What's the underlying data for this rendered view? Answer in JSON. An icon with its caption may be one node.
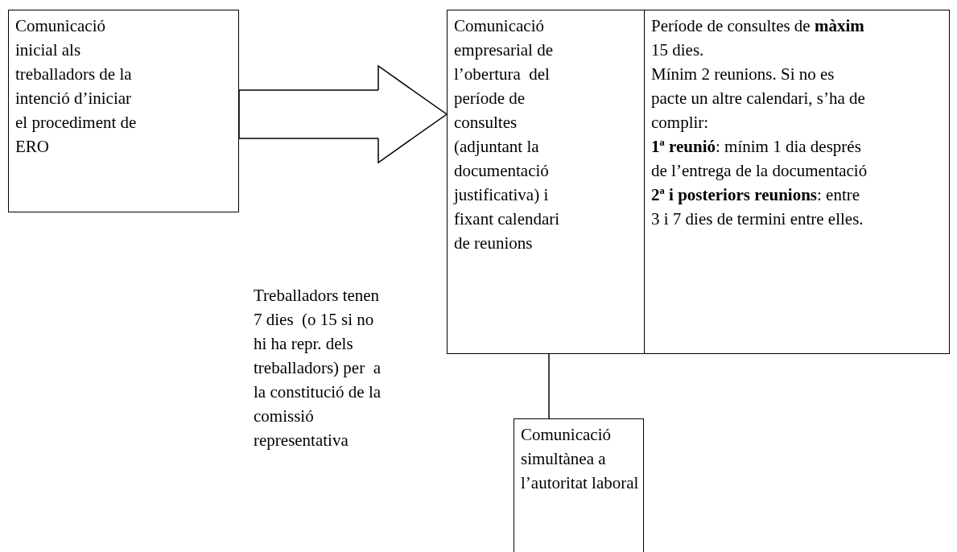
{
  "diagram": {
    "nodes": [
      {
        "text": [
          "Comunicació inicial als treballadors de la intenció d’iniciar el procediment de ERO"
        ]
      },
      {
        "text": [
          "Comunicació empresarial de l’obertura  del període de consultes (adjuntant la documentació justificativa) i fixant calendari de reunions"
        ]
      },
      {
        "text": [
          "Període de consultes de **màxim** 15 dies.",
          "Mínim 2 reunions. Si no es pacte un altre calendari, s’ha de complir:",
          "**1ª reunió**: mínim 1 dia després de l’entrega de la documentació",
          "**2ª i posteriors reunions**: entre 3 i 7 dies de termini entre elles."
        ]
      },
      {
        "text": [
          "Comunicació simultànea a l’autoritat laboral"
        ]
      }
    ],
    "edges": [
      {
        "from": 0,
        "to": 1,
        "arrow": "to"
      },
      {
        "from": 1,
        "to": 3,
        "arrow": "none"
      }
    ],
    "labels": [
      "Treballadors tenen 7 dies  (o 15 si no hi ha repr. dels treballadors) per  a la constitució de la comissió representativa"
    ]
  }
}
